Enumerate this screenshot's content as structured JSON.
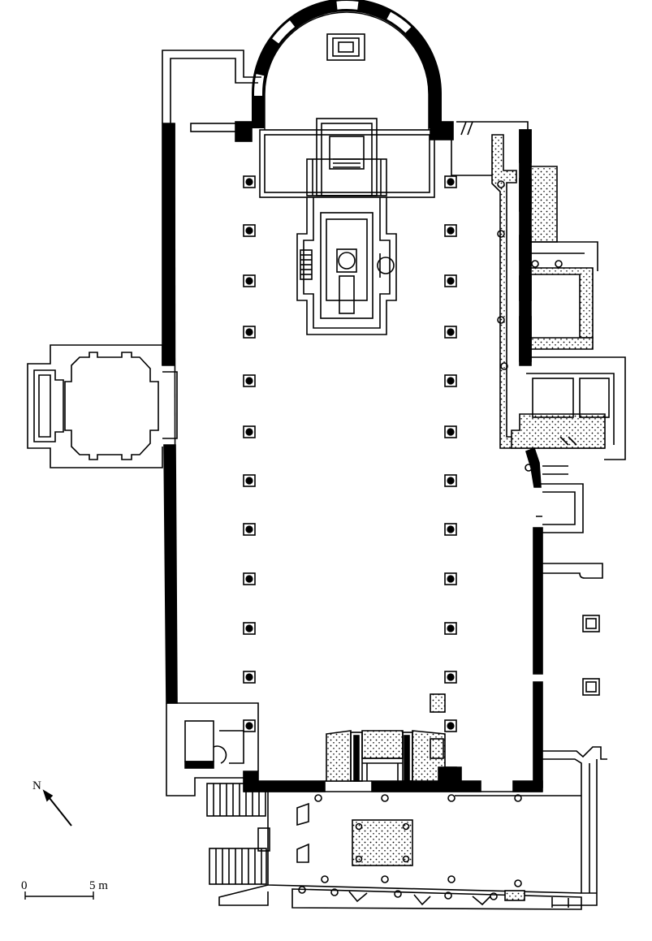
{
  "north_arrow": {
    "label": "N"
  },
  "scale_bar": {
    "zero_label": "0",
    "end_label": "5 m"
  },
  "colors": {
    "wall": "#000000",
    "line": "#000000",
    "background": "#ffffff",
    "stipple": "#000000"
  }
}
